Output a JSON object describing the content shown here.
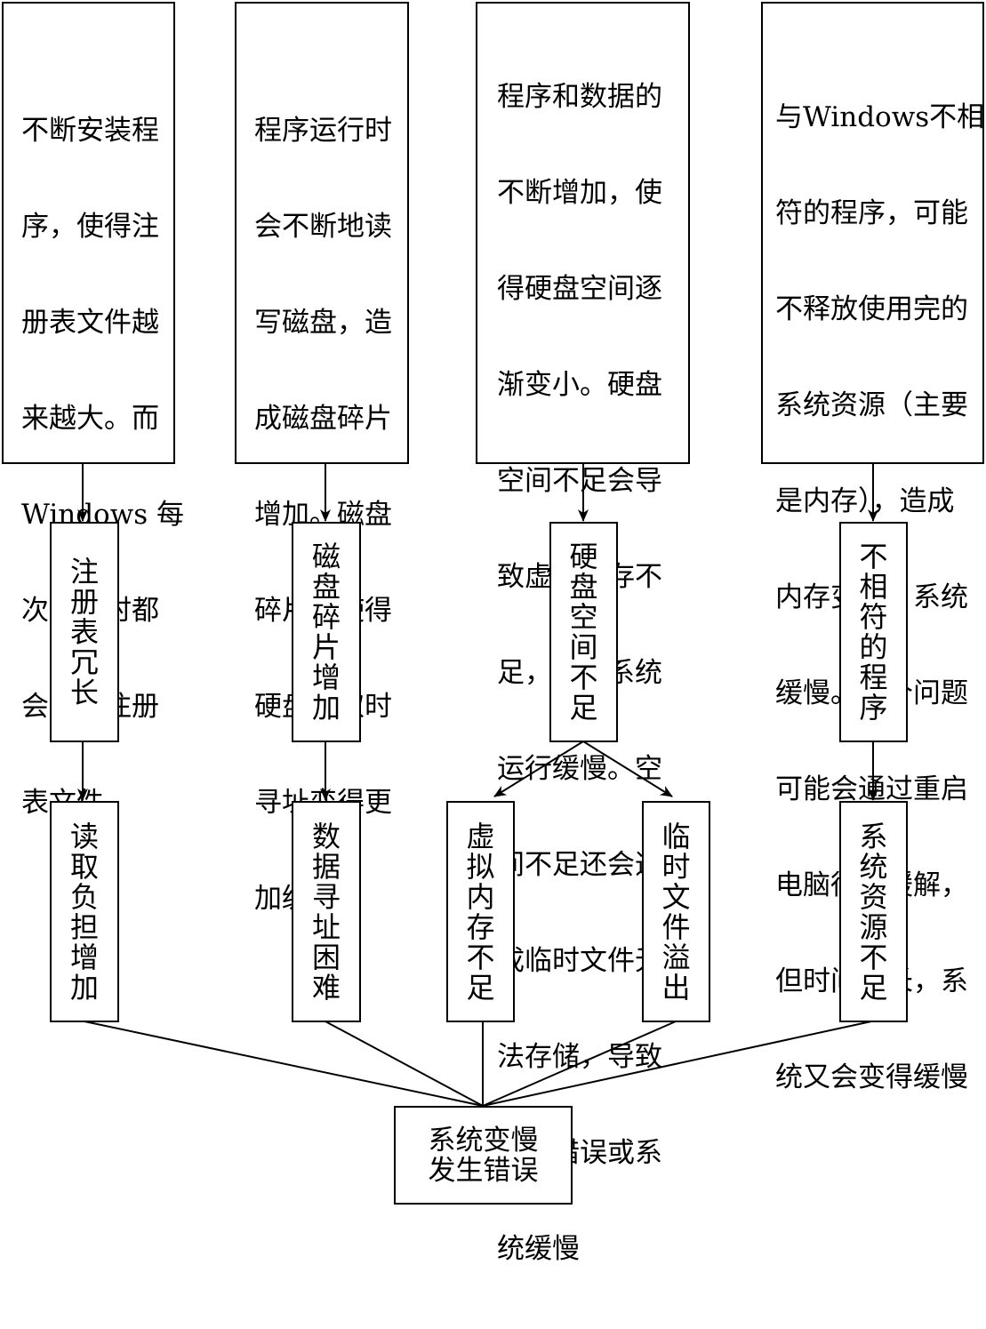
{
  "causes": [
    {
      "lines": [
        "不断安装程",
        "序，使得注",
        "册表文件越",
        "来越大。而",
        "Windows 每",
        "次启动时都",
        "会调用注册",
        "表文件"
      ]
    },
    {
      "lines": [
        "程序运行时",
        "会不断地读",
        "写磁盘，造",
        "成磁盘碎片",
        "增加。磁盘",
        "碎片会使得",
        "硬盘存取时",
        "寻址变得更",
        "加缓慢"
      ]
    },
    {
      "lines": [
        "程序和数据的",
        "不断增加，使",
        "得硬盘空间逐",
        "渐变小。硬盘",
        "空间不足会导",
        "致虚拟内存不",
        "足，使得系统",
        "运行缓慢。空",
        "间不足还会造",
        "成临时文件无",
        "法存储，导致",
        "系统错误或系",
        "统缓慢"
      ]
    },
    {
      "lines": [
        "与Windows不相",
        "符的程序，可能",
        "不释放使用完的",
        "系统资源（主要",
        "是内存），造成",
        "内存变小，系统",
        "缓慢。这个问题",
        "可能会通过重启",
        "电脑得到缓解，",
        "但时间一长，系",
        "统又会变得缓慢"
      ]
    }
  ],
  "problems": [
    "注册表冗长",
    "磁盘碎片增加",
    "硬盘空间不足",
    "不相符的程序"
  ],
  "effects": [
    "读取负担增加",
    "数据寻址困难",
    "虚拟内存不足",
    "临时文件溢出",
    "系统资源不足"
  ],
  "result": {
    "line1": "系统变慢",
    "line2": "发生错误"
  }
}
